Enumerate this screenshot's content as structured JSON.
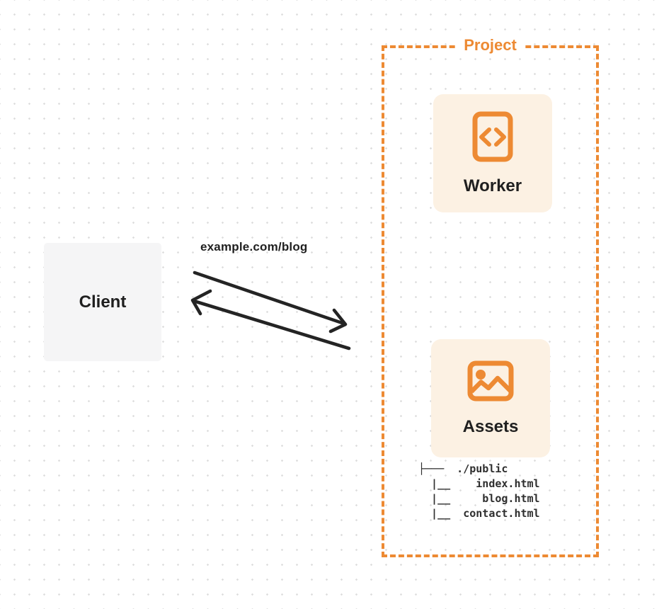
{
  "colors": {
    "accent": "#ED8A33",
    "card_bg": "#FCF1E3",
    "client_bg": "#F5F5F6",
    "arrow": "#242424",
    "text_dark": "#1F1F1F",
    "dot_grid": "#DEDEDE"
  },
  "client": {
    "label": "Client"
  },
  "request_label": "example.com/blog",
  "project": {
    "label": "Project",
    "worker": {
      "label": "Worker",
      "icon": "code-file-icon"
    },
    "assets": {
      "label": "Assets",
      "icon": "image-icon"
    },
    "file_tree_text": "├───  ./public\n  |__    index.html\n  |__     blog.html\n  |__  contact.html"
  }
}
